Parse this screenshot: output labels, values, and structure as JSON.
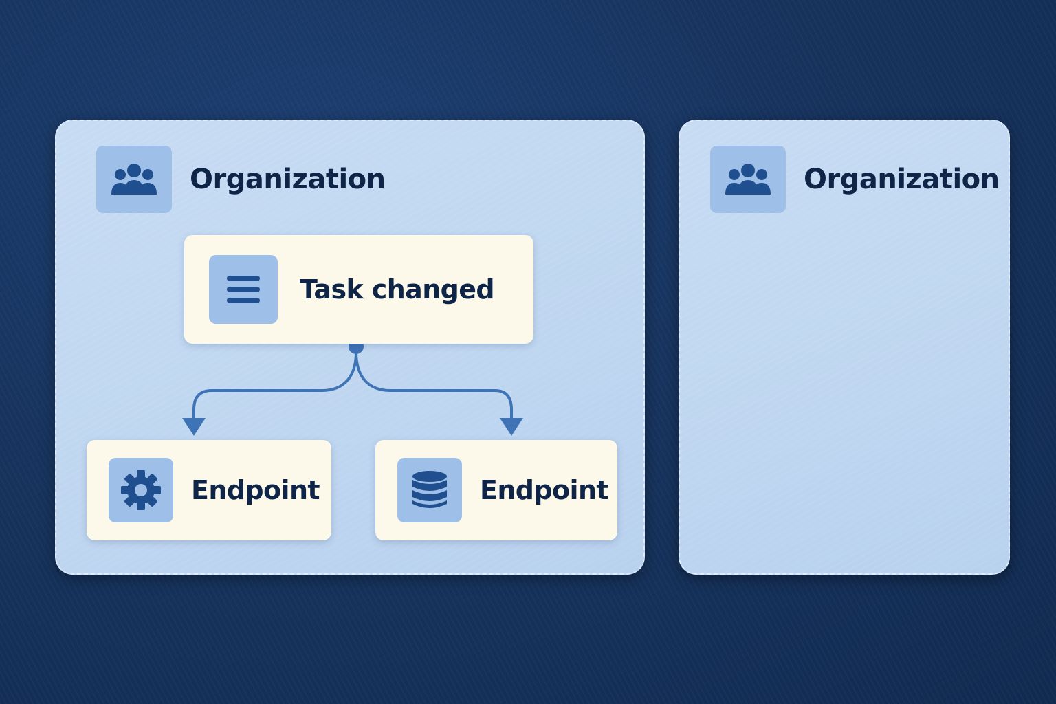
{
  "diagram": {
    "colors": {
      "background": "#17345f",
      "panel": "#c2d8f1",
      "card": "#fcf8ea",
      "icon_tile": "#9ebfe8",
      "icon": "#1f4f8e",
      "text": "#0f2547",
      "connector": "#3e73b5"
    },
    "panels": [
      {
        "title": "Organization",
        "icon": "people-icon",
        "trigger": {
          "label": "Task changed",
          "icon": "list-icon"
        },
        "endpoints": [
          {
            "label": "Endpoint",
            "icon": "gear-icon"
          },
          {
            "label": "Endpoint",
            "icon": "database-icon"
          }
        ]
      },
      {
        "title": "Organization",
        "icon": "people-icon"
      }
    ]
  }
}
